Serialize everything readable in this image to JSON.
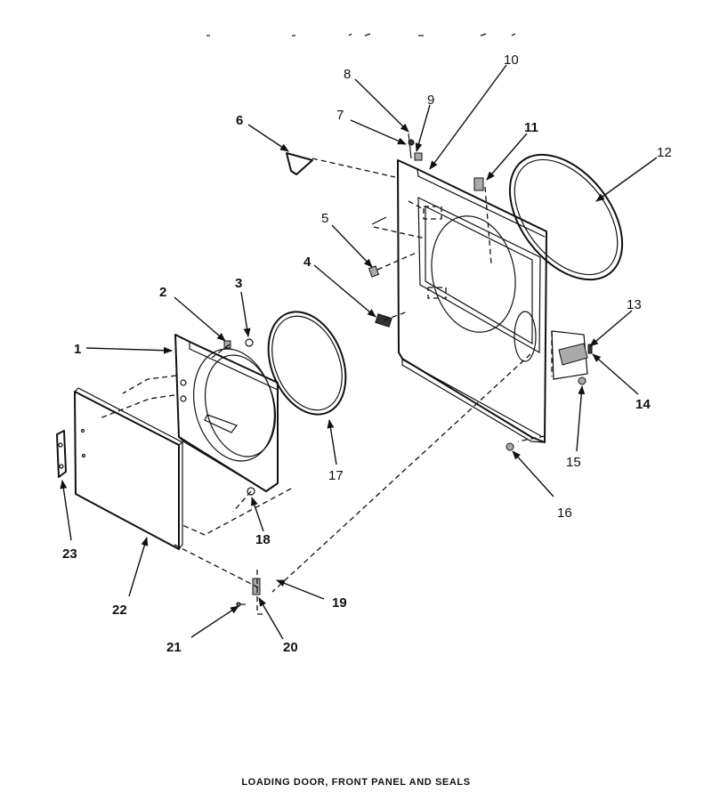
{
  "caption": "LOADING DOOR, FRONT PANEL AND SEALS",
  "callouts": {
    "c1": "1",
    "c2": "2",
    "c3": "3",
    "c4": "4",
    "c5": "5",
    "c6": "6",
    "c7": "7",
    "c8": "8",
    "c9": "9",
    "c10": "10",
    "c11": "11",
    "c12": "12",
    "c13": "13",
    "c14": "14",
    "c15": "15",
    "c16": "16",
    "c17": "17",
    "c18": "18",
    "c19": "19",
    "c20": "20",
    "c21": "21",
    "c22": "22",
    "c23": "23"
  }
}
